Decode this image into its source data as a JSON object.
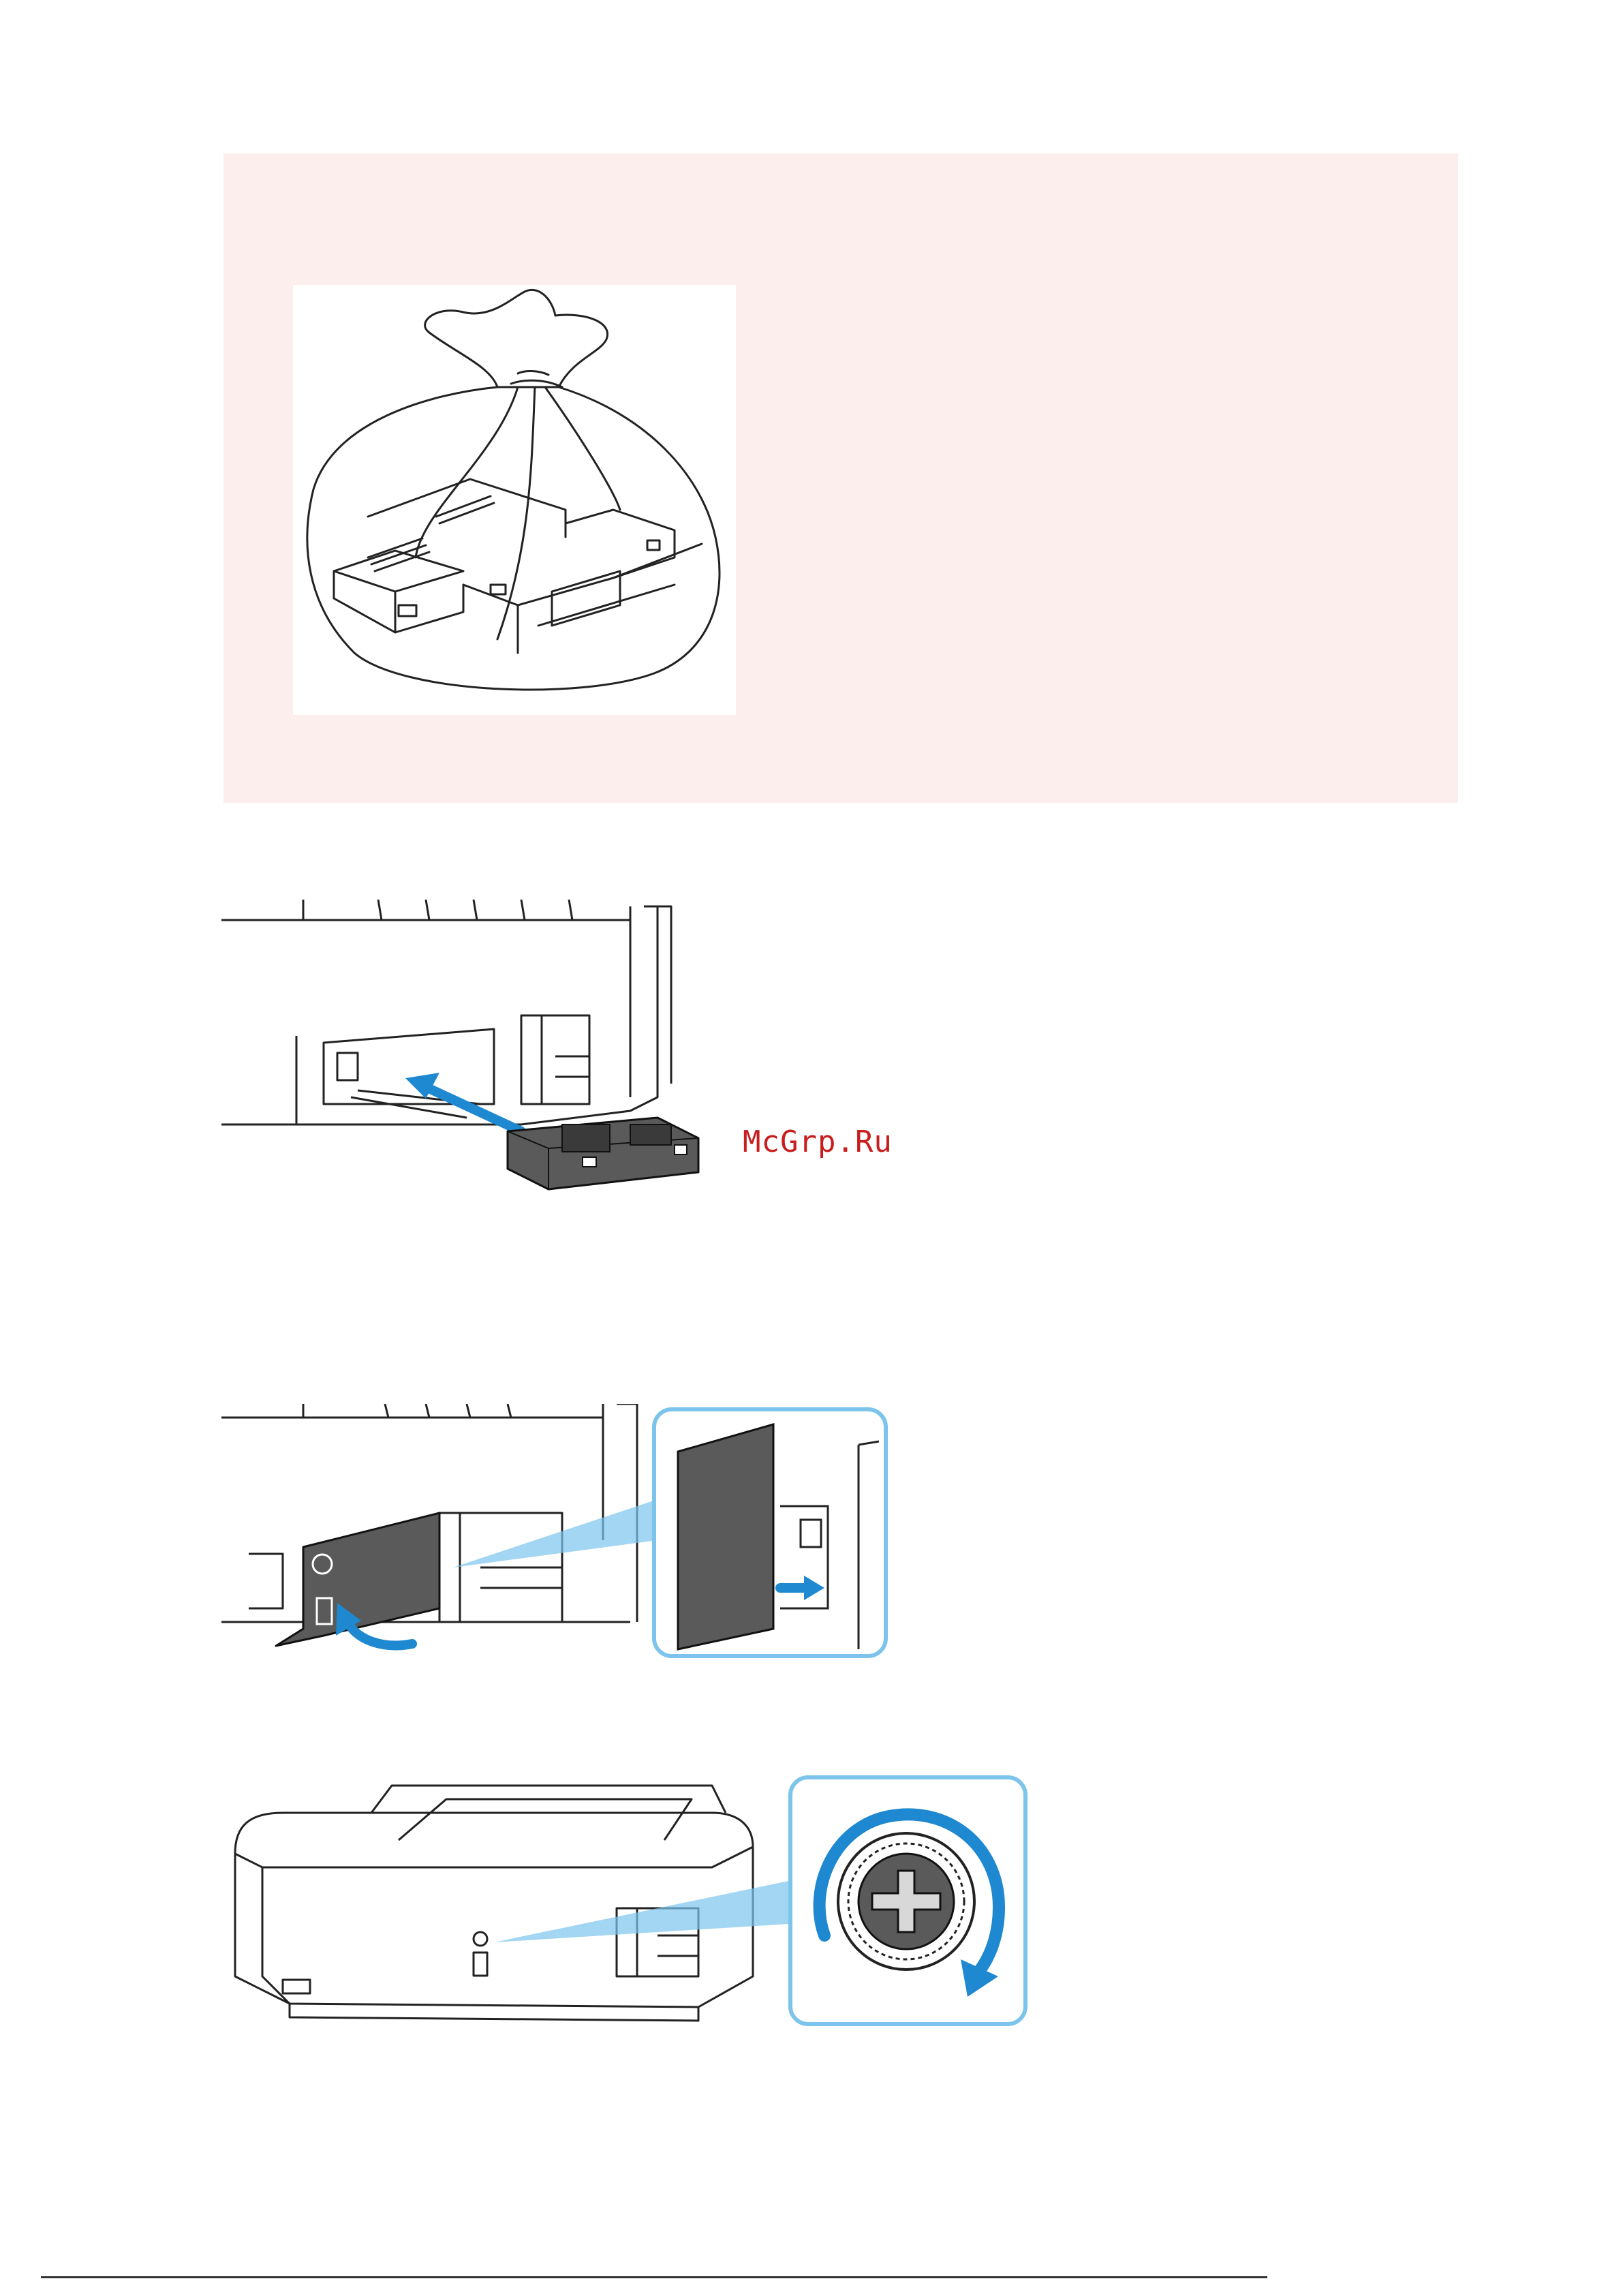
{
  "page": {
    "background": "#ffffff"
  },
  "notice": {
    "background_color": "#fdeeee"
  },
  "figures": [
    {
      "name": "maintenance-cartridge-in-sealed-bag",
      "icon": "bag-illustration"
    },
    {
      "name": "insert-maintenance-cartridge",
      "icon": "insert-arrow-illustration"
    },
    {
      "name": "attach-maintenance-cover",
      "icon": "cover-illustration"
    },
    {
      "name": "tighten-screw",
      "icon": "screw-rotate-illustration"
    }
  ],
  "watermark": {
    "text": "McGrp.Ru",
    "color": "#c81e1e"
  },
  "colors": {
    "arrow_blue": "#1e88d0",
    "callout_blue": "#7cc4ec",
    "cover_gray": "#5a5a5a"
  }
}
